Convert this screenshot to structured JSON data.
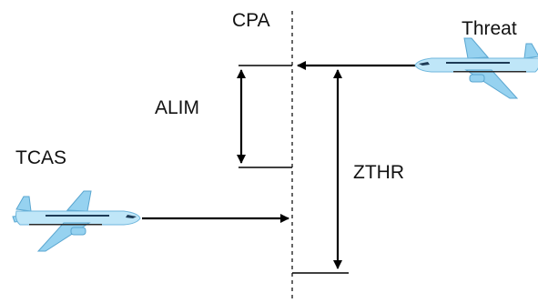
{
  "labels": {
    "cpa": "CPA",
    "threat": "Threat",
    "alim": "ALIM",
    "tcas": "TCAS",
    "zthr": "ZTHR"
  },
  "icons": {
    "tcas_aircraft": "airplane-icon",
    "threat_aircraft": "airplane-icon"
  },
  "colors": {
    "aircraft_fill": "#bfe6f8",
    "aircraft_outline": "#6fb6dc",
    "lines": "#000000"
  }
}
